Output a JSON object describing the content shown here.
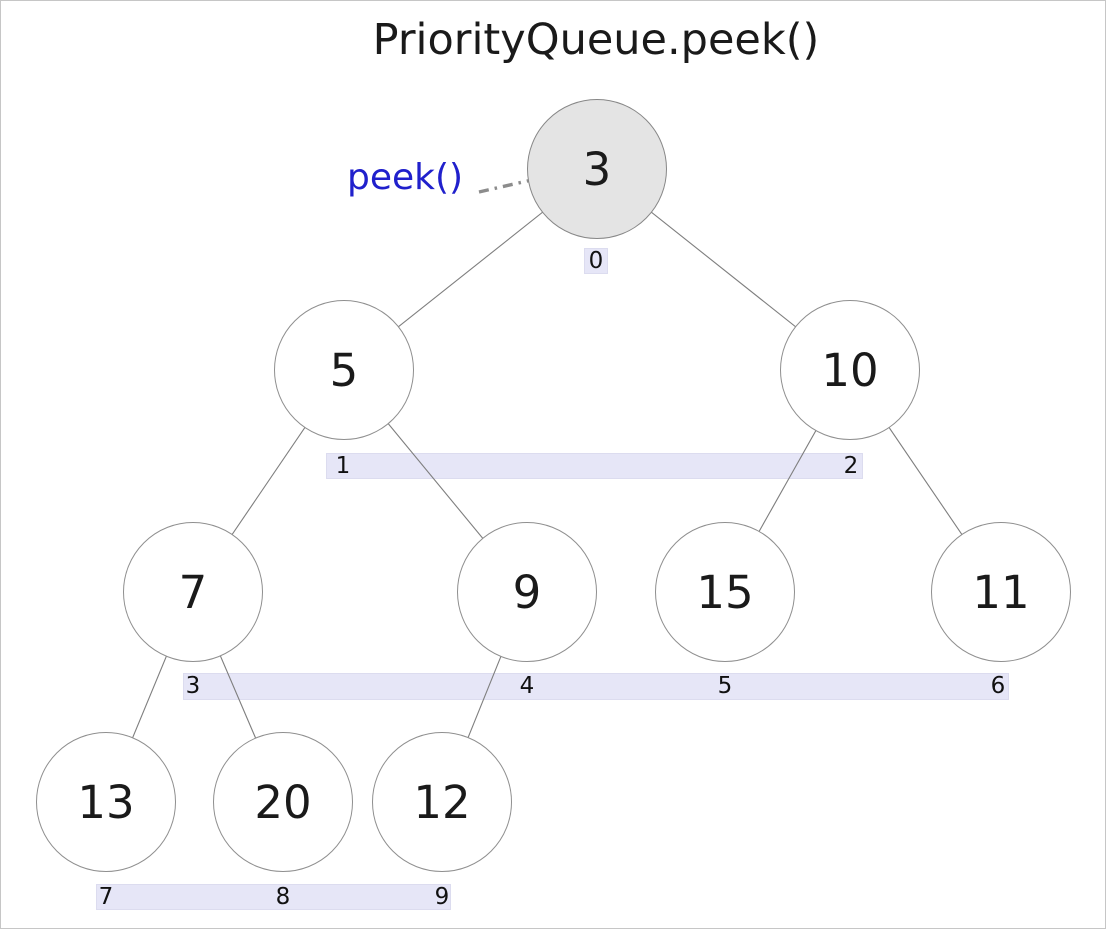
{
  "title": "PriorityQueue.peek()",
  "annotation": {
    "label": "peek()",
    "label_color": "#2020cc",
    "arrow_color": "#8c8c8c",
    "arrow_style": "dash-dot-open-head",
    "target_node_value": "3"
  },
  "colors": {
    "background": "#ffffff",
    "node_fill": "#ffffff",
    "root_node_fill": "#e4e4e4",
    "node_border": "#8f8f8f",
    "edge_line": "#7e7e7e",
    "index_band_fill": "#e6e6f7",
    "text": "#1a1a1a"
  },
  "tree": {
    "type": "binary-min-heap",
    "nodes": [
      {
        "value": "3",
        "index": 0,
        "level": 0,
        "highlighted": true
      },
      {
        "value": "5",
        "index": 1,
        "level": 1,
        "highlighted": false
      },
      {
        "value": "10",
        "index": 2,
        "level": 1,
        "highlighted": false
      },
      {
        "value": "7",
        "index": 3,
        "level": 2,
        "highlighted": false
      },
      {
        "value": "9",
        "index": 4,
        "level": 2,
        "highlighted": false
      },
      {
        "value": "15",
        "index": 5,
        "level": 2,
        "highlighted": false
      },
      {
        "value": "11",
        "index": 6,
        "level": 2,
        "highlighted": false
      },
      {
        "value": "13",
        "index": 7,
        "level": 3,
        "highlighted": false
      },
      {
        "value": "20",
        "index": 8,
        "level": 3,
        "highlighted": false
      },
      {
        "value": "12",
        "index": 9,
        "level": 3,
        "highlighted": false
      }
    ],
    "edges": [
      [
        0,
        1
      ],
      [
        0,
        2
      ],
      [
        1,
        3
      ],
      [
        1,
        4
      ],
      [
        2,
        5
      ],
      [
        2,
        6
      ],
      [
        3,
        7
      ],
      [
        3,
        8
      ],
      [
        4,
        9
      ]
    ],
    "heap_array": [
      "3",
      "5",
      "10",
      "7",
      "9",
      "15",
      "11",
      "13",
      "20",
      "12"
    ]
  },
  "index_labels": [
    "0",
    "1",
    "2",
    "3",
    "4",
    "5",
    "6",
    "7",
    "8",
    "9"
  ]
}
